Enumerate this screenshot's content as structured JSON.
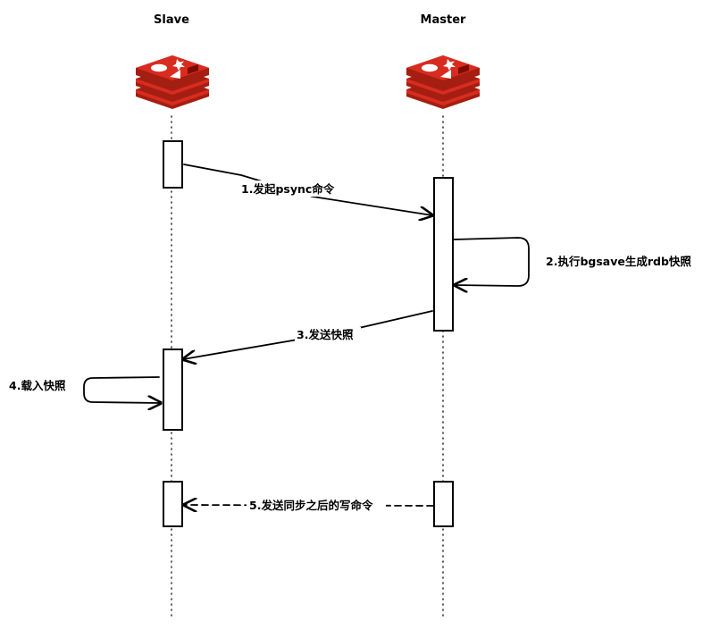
{
  "actors": {
    "slave": {
      "label": "Slave",
      "icon": "redis-icon"
    },
    "master": {
      "label": "Master",
      "icon": "redis-icon"
    }
  },
  "messages": [
    {
      "label": "1.发起psync命令",
      "from": "slave",
      "to": "master",
      "style": "solid"
    },
    {
      "label": "2.执行bgsave生成rdb快照",
      "from": "master",
      "to": "master",
      "style": "solid"
    },
    {
      "label": "3.发送快照",
      "from": "master",
      "to": "slave",
      "style": "solid"
    },
    {
      "label": "4.载入快照",
      "from": "slave",
      "to": "slave",
      "style": "solid"
    },
    {
      "label": "5.发送同步之后的写命令",
      "from": "master",
      "to": "slave",
      "style": "dashed"
    }
  ],
  "colors": {
    "redis_red": "#c6302b",
    "redis_dark": "#a41e11",
    "redis_light": "#d82c20",
    "line": "#000000"
  }
}
